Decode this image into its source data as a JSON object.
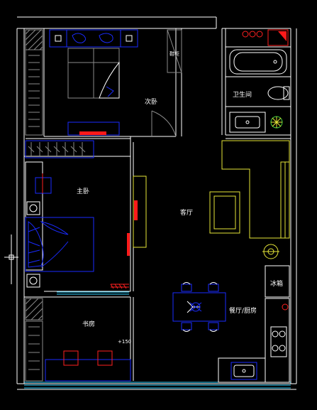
{
  "rooms": {
    "second_bedroom": "次卧",
    "shoe_cabinet": "鞋柜",
    "bathroom": "卫生间",
    "master_bedroom": "主卧",
    "living_room": "客厅",
    "fridge": "冰箱",
    "dining_kitchen": "餐厅/厨房",
    "study": "书房",
    "height_mark": "+150"
  },
  "colors": {
    "background": "#000000",
    "wall": "#ffffff",
    "furniture": "#1a2bff",
    "kitchen_counter": "#e6e638",
    "accent": "#ff1a1a",
    "window": "#2ad0ff"
  }
}
